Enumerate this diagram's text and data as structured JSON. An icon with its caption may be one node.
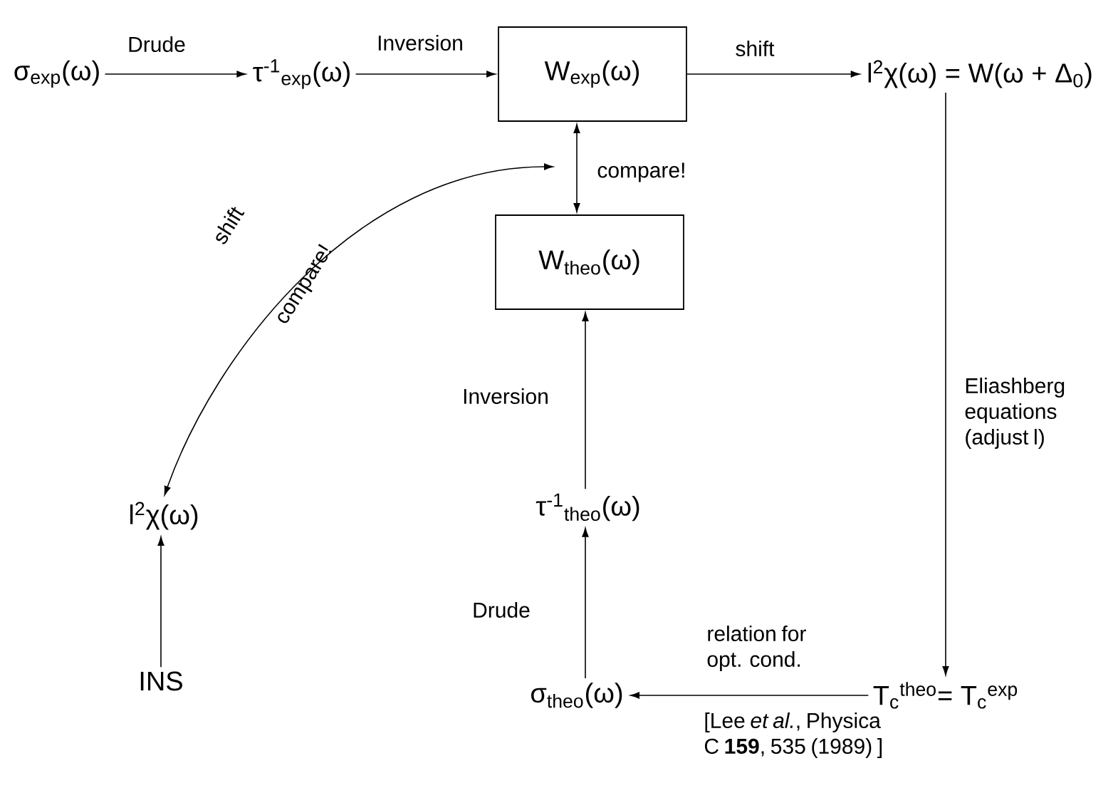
{
  "diagram": {
    "nodes": [
      {
        "text": [
          "σ$_{exp}$(ω)"
        ]
      },
      {
        "text": [
          "τ$^{-1}$$_{exp}$(ω)"
        ]
      },
      {
        "text": [
          "W$_{exp}$(ω)"
        ]
      },
      {
        "text": [
          "l$^{2}$χ(ω) = W(ω + Δ$_{0}$)"
        ]
      },
      {
        "text": [
          "W$_{theo}$(ω)"
        ]
      },
      {
        "text": [
          "τ$^{-1}$$_{theo}$(ω)"
        ]
      },
      {
        "text": [
          "l$^{2}$χ(ω)"
        ]
      },
      {
        "text": [
          "INS"
        ]
      },
      {
        "text": [
          "σ$_{theo}$(ω)"
        ]
      },
      {
        "text": [
          "T$_{c}$$^{theo}$= T$_{c}$$^{exp}$"
        ]
      }
    ],
    "edges": [
      {
        "from": 0,
        "to": 1,
        "arrow": "to",
        "label": "Drude"
      },
      {
        "from": 1,
        "to": 2,
        "arrow": "to",
        "label": "Inversion"
      },
      {
        "from": 2,
        "to": 3,
        "arrow": "to",
        "label": "shift"
      },
      {
        "from": 3,
        "to": 9,
        "arrow": "to",
        "label": "Eliashberg equations (adjust l)"
      },
      {
        "from": 9,
        "to": 8,
        "arrow": "to",
        "label": "relation for opt. cond."
      },
      {
        "from": 8,
        "to": 5,
        "arrow": "to",
        "label": "Drude"
      },
      {
        "from": 5,
        "to": 4,
        "arrow": "to",
        "label": "Inversion"
      },
      {
        "from": 2,
        "to": 4,
        "arrow": "both",
        "label": "compare!"
      },
      {
        "from": 6,
        "to": null,
        "arrow": "both",
        "label": "shift"
      },
      {
        "from": 7,
        "to": 6,
        "arrow": "to"
      }
    ],
    "labels": [
      "compare!",
      "[Lee *et al.*, Physica C **159**, 535 (1989) ]"
    ]
  }
}
